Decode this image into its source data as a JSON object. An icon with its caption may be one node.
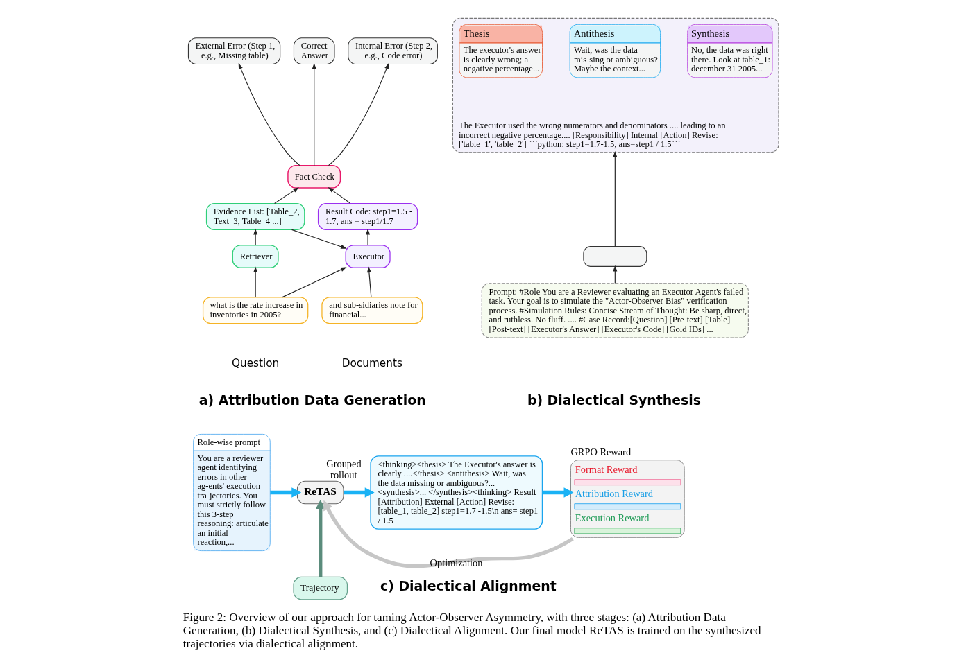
{
  "diagram": {
    "caption": "Figure 2: Overview of our approach for taming Actor-Observer Asymmetry, with three stages: (a) Attribution Data Generation, (b) Dialectical Synthesis, and (c) Dialectical Alignment. Our final model ReTAS is trained on the synthesized trajectories via dialectical alignment.",
    "nodes": [
      {
        "text": [
          "External Error (Step 1, e.g., Missing table)"
        ]
      },
      {
        "text": [
          "Correct Answer"
        ]
      },
      {
        "text": [
          "Internal Error (Step 2, e.g., Code error)"
        ]
      },
      {
        "text": [
          "Fact Check"
        ]
      },
      {
        "text": [
          "Evidence List: [Table_2, Text_3, Table_4 ...]"
        ]
      },
      {
        "text": [
          "Result Code: step1=1.5 - 1.7, ans = step1/1.7"
        ]
      },
      {
        "text": [
          "Retriever"
        ]
      },
      {
        "text": [
          "Executor"
        ]
      },
      {
        "text": [
          "what is the rate increase in inventories in 2005?"
        ],
        "beside": [
          "Question"
        ]
      },
      {
        "text": [
          "and sub-sidiaries note for financial..."
        ],
        "beside": [
          "Documents"
        ]
      },
      {
        "text": [
          "The Executor used the wrong numerators and denominators .... leading to an incorrect negative percentage.... [Responsibility] Internal [Action] Revise: ['table_1', 'table_2'] ```python: step1=1.7-1.5, ans=step1 / 1.5```"
        ]
      },
      {
        "text": [
          "Thesis",
          "The executor's answer is clearly wrong; a negative percentage..."
        ],
        "in": 10
      },
      {
        "text": [
          "Antithesis",
          "Wait, was the data mis-sing or ambiguous? Maybe the context..."
        ],
        "in": 10
      },
      {
        "text": [
          "Synthesis",
          "No, the data was right there. Look at table_1: december 31 2005..."
        ],
        "in": 10
      },
      {
        "text": [],
        "shape": "box"
      },
      {
        "text": [
          "Prompt: #Role You are a Reviewer evaluating an Executor Agent's failed task. Your goal is to simulate the \"Actor-Observer Bias\" verification process. #Simulation Rules: Concise Stream of Thought: Be sharp, direct, and ruthless. No fluff. .... #Case Record:[Question] [Pre-text] [Table] [Post-text] [Executor's Answer] [Executor's Code] [Gold IDs] ..."
        ]
      },
      {
        "text": [
          "Role-wise prompt",
          "You are a reviewer agent identifying errors in other ag-ents' execution tra-jectories. You must strictly follow this 3-step reasoning: articulate an initial reaction,..."
        ]
      },
      {
        "text": [
          "ReTAS"
        ]
      },
      {
        "text": [
          "Trajectory"
        ]
      },
      {
        "text": [
          "<thinking><thesis> The Executor's answer is clearly ....</thesis> <antithesis> Wait, was the data missing or ambiguous?... <synthesis>... </synthesis><thinking> Result [Attribution] External [Action] Revise: [table_1, table_2] step1=1.7 -1.5\\n ans= step1 / 1.5"
        ]
      },
      {
        "text": [
          "GRPO Reward",
          "Format Reward",
          "Attribution Reward",
          "Execution Reward"
        ]
      }
    ],
    "edges": [
      {
        "from": 3,
        "to": 0,
        "arrow": "to"
      },
      {
        "from": 3,
        "to": 1,
        "arrow": "to"
      },
      {
        "from": 3,
        "to": 2,
        "arrow": "to"
      },
      {
        "from": 4,
        "to": 3,
        "arrow": "to"
      },
      {
        "from": 5,
        "to": 3,
        "arrow": "to"
      },
      {
        "from": 6,
        "to": 4,
        "arrow": "to"
      },
      {
        "from": 7,
        "to": 5,
        "arrow": "to"
      },
      {
        "from": 4,
        "to": 7,
        "arrow": "to"
      },
      {
        "from": 8,
        "to": 6,
        "arrow": "to"
      },
      {
        "from": 8,
        "to": 7,
        "arrow": "to"
      },
      {
        "from": 9,
        "to": 7,
        "arrow": "to"
      },
      {
        "from": 15,
        "to": 14,
        "arrow": "to"
      },
      {
        "from": 14,
        "to": 10,
        "arrow": "to"
      },
      {
        "from": 16,
        "to": 17,
        "arrow": "to",
        "style": "thick",
        "color": "#1ab2f5"
      },
      {
        "from": 18,
        "to": 17,
        "arrow": "to",
        "style": "thick",
        "color": "#5b8c7c"
      },
      {
        "from": 17,
        "to": 19,
        "arrow": "to",
        "label": "Grouped rollout",
        "style": "thick",
        "color": "#1ab2f5"
      },
      {
        "from": 19,
        "to": 20,
        "arrow": "to",
        "style": "thick",
        "color": "#1ab2f5"
      },
      {
        "from": 20,
        "to": 17,
        "arrow": "to",
        "label": "Optimization",
        "style": "thick",
        "color": "#c6c6c6"
      }
    ],
    "labels": [
      "a) Attribution Data Generation",
      "b) Dialectical Synthesis",
      "c) Dialectical Alignment"
    ]
  }
}
